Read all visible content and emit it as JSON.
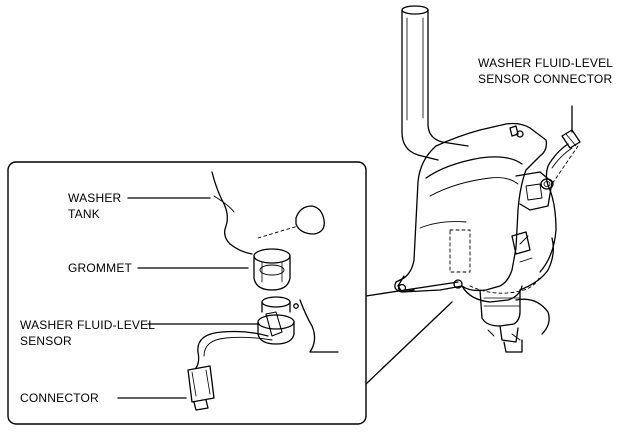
{
  "labels": {
    "washer_fluid_level_sensor_connector": {
      "line1": "WASHER FLUID-LEVEL",
      "line2": "SENSOR CONNECTOR"
    },
    "washer_tank": {
      "line1": "WASHER",
      "line2": "TANK"
    },
    "grommet": "GROMMET",
    "washer_fluid_level_sensor": {
      "line1": "WASHER FLUID-LEVEL",
      "line2": "SENSOR"
    },
    "connector": "CONNECTOR"
  },
  "colors": {
    "line": "#000000",
    "background": "#ffffff"
  }
}
